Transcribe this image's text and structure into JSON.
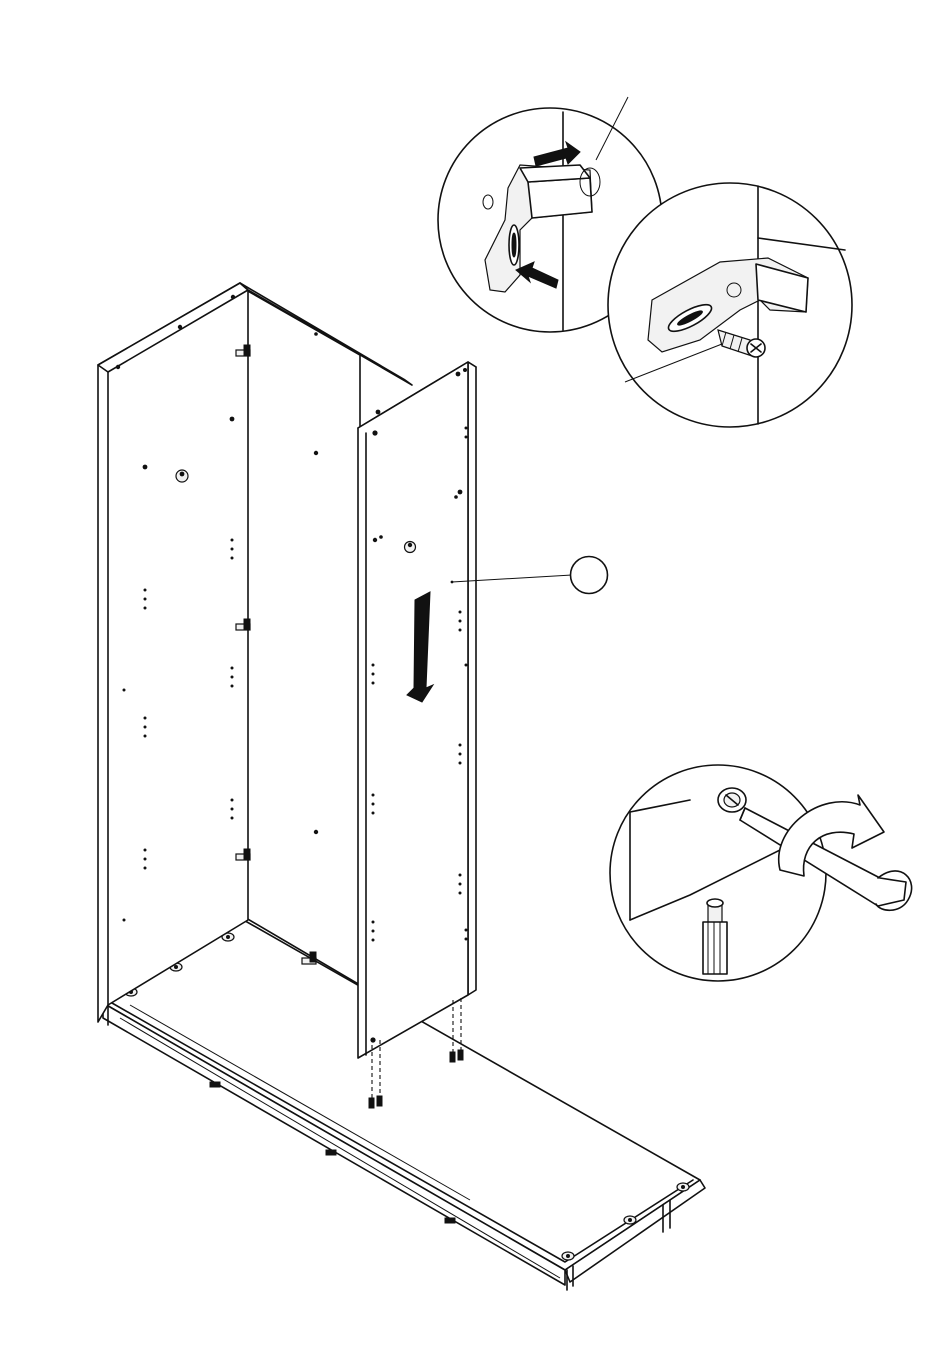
{
  "figure": {
    "kind": "assembly-instruction",
    "callout_label": "",
    "detail_views": [
      "bracket-mount-detail",
      "bracket-screw-detail",
      "screwdriver-detail"
    ],
    "colors": {
      "line": "#111111",
      "background": "#ffffff"
    },
    "icons": [
      "arrow-down-icon",
      "arrow-right-icon",
      "arrow-left-icon",
      "rotate-icon",
      "screwdriver-icon",
      "screw-icon",
      "bracket-icon"
    ]
  }
}
